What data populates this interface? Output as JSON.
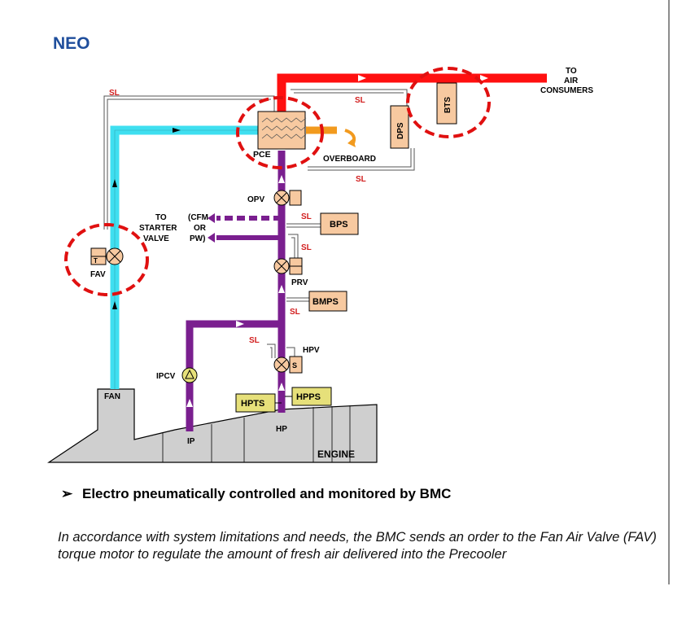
{
  "header": {
    "title": "NEO"
  },
  "diagram": {
    "labels": {
      "to_air_consumers_1": "TO",
      "to_air_consumers_2": "AIR",
      "to_air_consumers_3": "CONSUMERS",
      "sl": "SL",
      "pce": "PCE",
      "overboard": "OVERBOARD",
      "dps": "DPS",
      "bts": "BTS",
      "opv": "OPV",
      "bps": "BPS",
      "to_starter_1": "TO",
      "to_starter_2": "STARTER",
      "to_starter_3": "VALVE",
      "cfm_1": "(CFM",
      "cfm_2": "OR",
      "cfm_3": "PW)",
      "prv": "PRV",
      "bmps": "BMPS",
      "hpv": "HPV",
      "fav": "FAV",
      "ipcv": "IPCV",
      "fan": "FAN",
      "hpts": "HPTS",
      "hpps": "HPPS",
      "hp": "HP",
      "ip": "IP",
      "engine": "ENGINE",
      "valve_t": "T",
      "valve_s": "S"
    },
    "colors": {
      "hp_duct": "#7a1f8f",
      "fan_duct": "#3fdff0",
      "consumer_duct": "#ff1010",
      "overboard_duct": "#f29a1e",
      "sensor_box": "#f7c9a0",
      "hp_sensor_box": "#e6e07a",
      "highlight_ring": "#e01010",
      "engine_fill": "#cfcfcf"
    }
  },
  "content": {
    "bullet_marker": "➢",
    "bullet": "Electro pneumatically controlled and monitored by BMC",
    "description": "In accordance with system limitations and needs, the BMC sends an order to the Fan Air Valve (FAV) torque motor  to  regulate  the amount of fresh air delivered into the Precooler"
  }
}
